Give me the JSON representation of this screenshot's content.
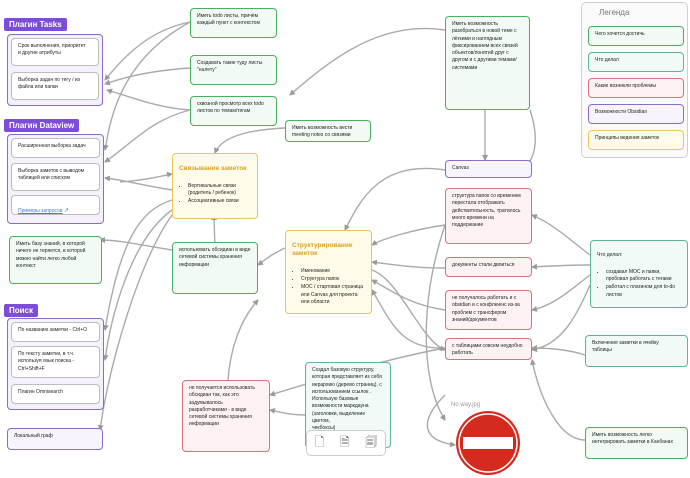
{
  "groups": {
    "tasks": "Плагин Tasks",
    "dataview": "Плагин Dataview",
    "search": "Поиск"
  },
  "legend": {
    "title": "Легенда",
    "items": [
      {
        "label": "Чего хочется достичь",
        "color": "#4cae61"
      },
      {
        "label": "Что делал",
        "color": "#5fb39a"
      },
      {
        "label": "Какие возникли проблемы",
        "color": "#d9707a"
      },
      {
        "label": "Возможности Obsidian",
        "color": "#8a6cc9"
      },
      {
        "label": "Принципы ведения заметок",
        "color": "#e8c65a"
      }
    ]
  },
  "nodes": {
    "tasks_1": "Срок выполнения, приоритет\nи другие атрибуты",
    "tasks_2": "Выборка задач по тегу / из\nфайла или папки",
    "dv_1": "Расширенная выборка задач",
    "dv_2": "Выборка заметок с выводом\nтаблицей или списком",
    "dv_link": "Примеры запросов",
    "search_1": "По названию заметки - Ctrl+O",
    "search_2": "По тексту заметки, в т.ч.\nиспользуя язык поиска -\nCtrl+Shift+F",
    "search_3": "Плагин Omnisearch",
    "local_graph": "Локальный граф",
    "g_todo": "Иметь todo листы, причём\nкаждый пункт с контекстом",
    "g_waiting": "Создавать такие туду листы\n\"налету\"",
    "g_overview": "сквозной просмотр всех todo\nлистов по темам/тегам",
    "g_meeting": "Иметь возможность вести\nmeeting notes со связями",
    "g_kb": "Иметь базу знаний, в которой\nничего не теряется, в которой\nможно найти легко любой\nконтекст",
    "g_understand": "Иметь возможность\nразобраться в новой теме с\nлёгкими и наглядным\nфиксированием всех связей\nобъектов/понятий друг с\nдругом и с другими темами/\nсистемами",
    "g_kanban": "Иметь возможность легко\nинтегрировать заметки в Канбанах",
    "linking": {
      "title": "Связывание заметок",
      "items": [
        "Вертикальные связи (родитель / ребенок)",
        "Ассоциативные связи"
      ]
    },
    "structuring": {
      "title": "Структурирование заметок",
      "items": [
        "Именование",
        "Структура папок",
        "MOC / стартовая страница или Canvas для проекта или области"
      ]
    },
    "uses_obsidian": "использовать обсидиан в виде\nсетевой системы хранения\nинформации",
    "canvas": "Canvas",
    "p_folders": "структура папок со временем\nперестала отображать\nдействительность, тратилось\nмного времени на\nподдержание",
    "p_docs": "документы стали двоиться",
    "p_konf": "не получалось работать и с\nobsidian и с конфлюенс из-за\nпроблем с трансфером\nзнаний/документов",
    "p_tables": "с таблицами совсем неудобно\nработать",
    "p_network": "не получается использовать\nобсидиан так, как это\nзадумывалось\nразработчиками - в виде\nсетевой системы хранения\nинформации",
    "did_structure": "Создал базовую структуру,\nкоторая представляет из себя\nиерархию (дерево страниц), с\nиспользованием ссылок .\nИспользую базовые\nвозможности маркдауна\n(заголовки, выделение цветом,\nчекбоксы)\nПробовал использовать\nмакрос To Do",
    "did_table": "Включение заметки в ячейку\nтаблицы",
    "did_list": {
      "title": "Что делал:",
      "items": [
        "создавал MOC и папки, пробовал работать с тегами",
        "работал с плагином для to-do листов"
      ]
    }
  },
  "image_caption": "No way.jpg",
  "toolbar": {
    "icons": [
      "file-icon",
      "file-text-icon",
      "page-icon"
    ]
  }
}
